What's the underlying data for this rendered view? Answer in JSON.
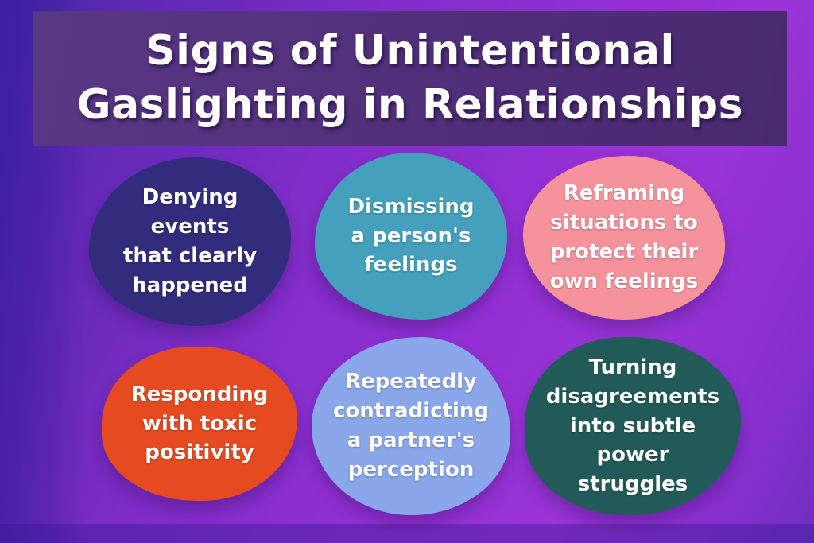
{
  "title": {
    "text": "Signs of Unintentional\nGaslighting in Relationships"
  },
  "palette": {
    "background_main": "#9230d4",
    "background_edge": "#4b27a8",
    "banner": "#52307e",
    "text": "#ffffff"
  },
  "cards": [
    {
      "id": "denying-events",
      "text": "Denying events\nthat clearly\nhappened",
      "color": "#312c7c"
    },
    {
      "id": "dismissing-feelings",
      "text": "Dismissing\na person's\nfeelings",
      "color": "#44a0bc"
    },
    {
      "id": "reframing-situations",
      "text": "Reframing\nsituations to\nprotect their\nown feelings",
      "color": "#f5929b"
    },
    {
      "id": "toxic-positivity",
      "text": "Responding\nwith toxic\npositivity",
      "color": "#e54a20"
    },
    {
      "id": "contradicting-perception",
      "text": "Repeatedly\ncontradicting\na partner's\nperception",
      "color": "#8aa7ea"
    },
    {
      "id": "power-struggles",
      "text": "Turning\ndisagreements\ninto subtle power\nstruggles",
      "color": "#215a57"
    }
  ]
}
